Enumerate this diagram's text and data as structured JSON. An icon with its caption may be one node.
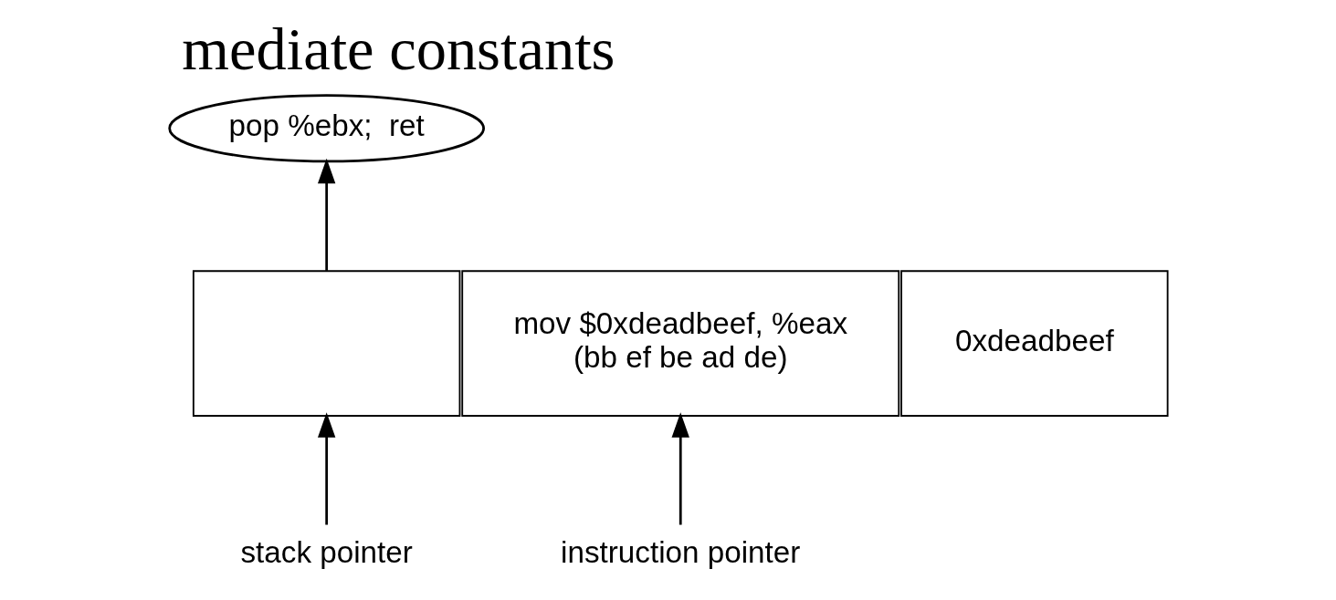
{
  "diagram": {
    "title": "mediate constants",
    "nodes": [
      {
        "text": [
          "pop %ebx;  ret"
        ]
      },
      {
        "text": [
          "mov $0xdeadbeef, %eax",
          "(bb ef be ad de)"
        ]
      },
      {
        "text": [],
        "shape": "box"
      },
      {
        "text": [
          "0xdeadbeef"
        ]
      },
      {
        "text": [
          "instruction pointer"
        ]
      },
      {
        "text": [
          "stack pointer"
        ]
      }
    ],
    "edges": [
      {
        "from": 4,
        "to": 1,
        "arrow": "to"
      },
      {
        "from": 5,
        "to": 2,
        "arrow": "to"
      },
      {
        "from": 2,
        "to": 0,
        "arrow": "to"
      }
    ]
  }
}
